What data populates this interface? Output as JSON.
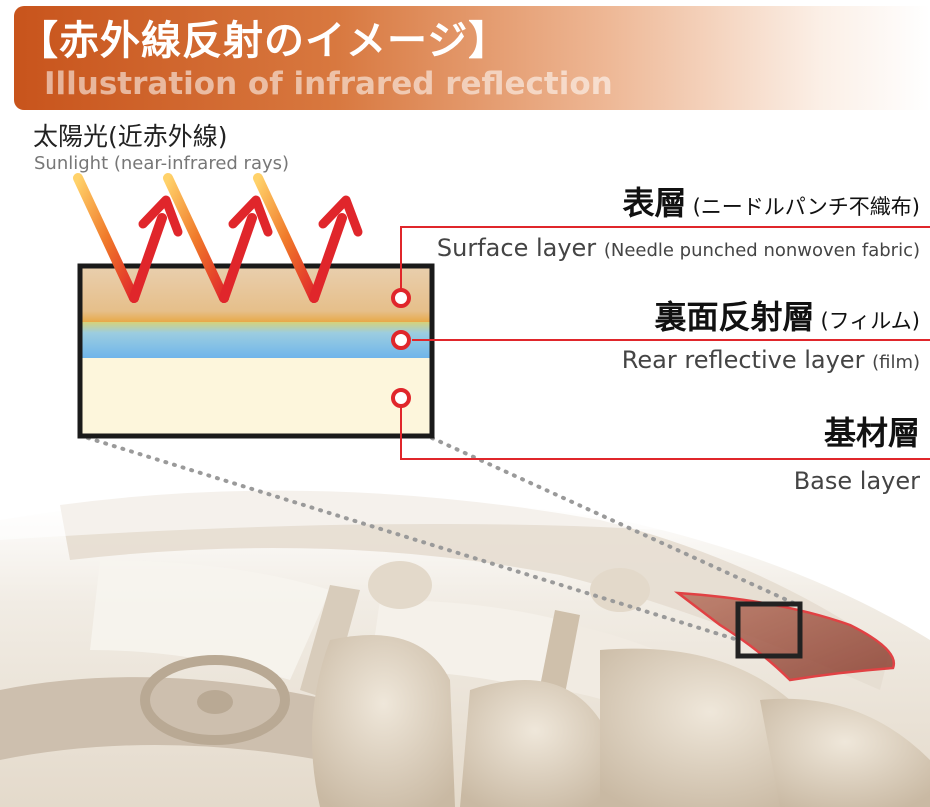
{
  "header": {
    "title_ja": "【赤外線反射のイメージ】",
    "title_en": "Illustration of infrared reflection"
  },
  "sunlight": {
    "label_ja": "太陽光(近赤外線)",
    "label_en": "Sunlight (near-infrared rays)"
  },
  "layers": [
    {
      "name_ja": "表層",
      "note_ja": "(ニードルパンチ不織布)",
      "name_en": "Surface layer",
      "note_en": "(Needle punched nonwoven fabric)"
    },
    {
      "name_ja": "裏面反射層",
      "note_ja": "(フィルム)",
      "name_en": "Rear reflective layer",
      "note_en": "(film)"
    },
    {
      "name_ja": "基材層",
      "note_ja": "",
      "name_en": "Base layer",
      "note_en": ""
    }
  ],
  "colors": {
    "accent_red": "#e0262b",
    "header_orange": "#c8541c",
    "surface_layer": "#e8c9a0",
    "reflective_layer": "#8ec5e8",
    "base_layer": "#fdf6dc",
    "car_interior": "#d9cfc0"
  },
  "icons": {
    "arrow": "infrared-arrow-icon",
    "marker": "layer-marker-icon"
  }
}
